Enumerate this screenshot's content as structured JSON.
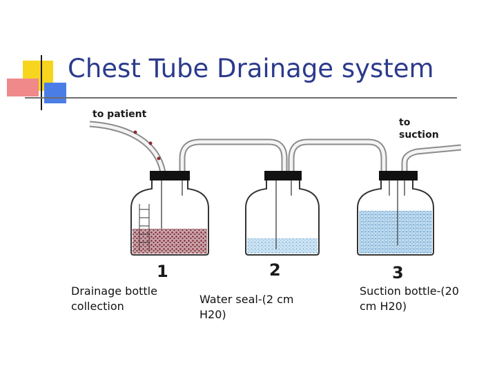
{
  "title": "Chest Tube Drainage system",
  "diagram": {
    "label_to_patient": "to patient",
    "label_to_suction_line1": "to",
    "label_to_suction_line2": "suction",
    "bottle_numbers": [
      "1",
      "2",
      "3"
    ]
  },
  "captions": {
    "bottle_1": "Drainage bottle collection",
    "bottle_2": "Water seal-(2 cm H20)",
    "bottle_3": "Suction bottle-(20 cm H20)"
  },
  "colors": {
    "title": "#2b3a8c",
    "deco_yellow": "#f7d51f",
    "deco_red": "#f08a8a",
    "deco_blue": "#4a7ee6",
    "drainage_fluid": "#8b2a35",
    "water": "#a9cfe8"
  }
}
